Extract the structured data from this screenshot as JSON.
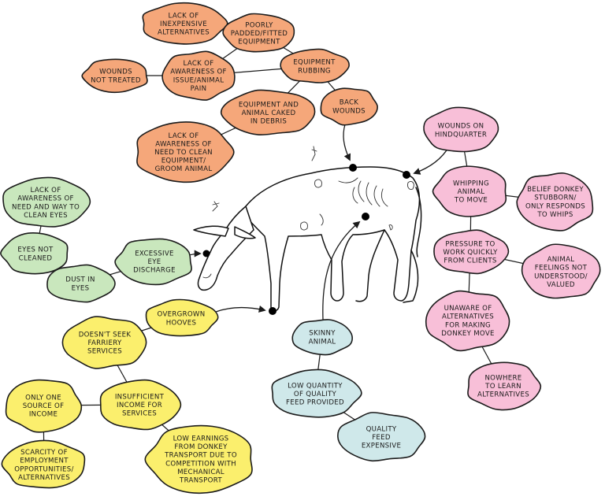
{
  "colors": {
    "orange": "#f5a77a",
    "pink": "#f8bfd8",
    "green": "#c9e7bd",
    "yellow": "#fbef6d",
    "blue": "#cfe8ea",
    "outline": "#1b1b1b"
  },
  "nodes": [
    {
      "id": "lack_inexpensive",
      "group": "orange",
      "lines": [
        "LACK OF",
        "INEXPENSIVE",
        "ALTERNATIVES"
      ]
    },
    {
      "id": "poorly_padded",
      "group": "orange",
      "lines": [
        "POORLY",
        "PADDED/FITTED",
        "EQUIPMENT"
      ]
    },
    {
      "id": "wounds_not_treated",
      "group": "orange",
      "lines": [
        "WOUNDS",
        "NOT TREATED"
      ]
    },
    {
      "id": "lack_awareness_pain",
      "group": "orange",
      "lines": [
        "LACK OF",
        "AWARENESS OF",
        "ISSUE/ANIMAL",
        "PAIN"
      ]
    },
    {
      "id": "equipment_rubbing",
      "group": "orange",
      "lines": [
        "EQUIPMENT",
        "RUBBING"
      ]
    },
    {
      "id": "equipment_caked",
      "group": "orange",
      "lines": [
        "EQUIPMENT AND",
        "ANIMAL CAKED",
        "IN DEBRIS"
      ]
    },
    {
      "id": "back_wounds",
      "group": "orange",
      "lines": [
        "BACK",
        "WOUNDS"
      ]
    },
    {
      "id": "lack_need_clean",
      "group": "orange",
      "lines": [
        "LACK OF",
        "AWARENESS OF",
        "NEED TO CLEAN",
        "EQUIPMENT/",
        "GROOM ANIMAL"
      ]
    },
    {
      "id": "wounds_hindquarter",
      "group": "pink",
      "lines": [
        "WOUNDS ON",
        "HINDQUARTER"
      ]
    },
    {
      "id": "whipping",
      "group": "pink",
      "lines": [
        "WHIPPING",
        "ANIMAL",
        "TO MOVE"
      ]
    },
    {
      "id": "belief_stubborn",
      "group": "pink",
      "lines": [
        "BELIEF DONKEY",
        "STUBBORN/",
        "ONLY RESPONDS",
        "TO WHIPS"
      ]
    },
    {
      "id": "pressure_work",
      "group": "pink",
      "lines": [
        "PRESSURE TO",
        "WORK QUICKLY",
        "FROM CLIENTS"
      ]
    },
    {
      "id": "animal_feelings",
      "group": "pink",
      "lines": [
        "ANIMAL",
        "FEELINGS NOT",
        "UNDERSTOOD/",
        "VALUED"
      ]
    },
    {
      "id": "unaware_alternatives",
      "group": "pink",
      "lines": [
        "UNAWARE OF",
        "ALTERNATIVES",
        "FOR MAKING",
        "DONKEY MOVE"
      ]
    },
    {
      "id": "nowhere_learn",
      "group": "pink",
      "lines": [
        "NOWHERE",
        "TO LEARN",
        "ALTERNATIVES"
      ]
    },
    {
      "id": "lack_clean_eyes",
      "group": "green",
      "lines": [
        "LACK OF",
        "AWARENESS OF",
        "NEED AND WAY TO",
        "CLEAN EYES"
      ]
    },
    {
      "id": "eyes_not_cleaned",
      "group": "green",
      "lines": [
        "EYES NOT",
        "CLEANED"
      ]
    },
    {
      "id": "excessive_eye",
      "group": "green",
      "lines": [
        "EXCESSIVE",
        "EYE",
        "DISCHARGE"
      ]
    },
    {
      "id": "dust_eyes",
      "group": "green",
      "lines": [
        "DUST IN",
        "EYES"
      ]
    },
    {
      "id": "overgrown_hooves",
      "group": "yellow",
      "lines": [
        "OVERGROWN",
        "HOOVES"
      ]
    },
    {
      "id": "farriery",
      "group": "yellow",
      "lines": [
        "DOESN'T SEEK",
        "FARRIERY",
        "SERVICES"
      ]
    },
    {
      "id": "only_one_source",
      "group": "yellow",
      "lines": [
        "ONLY ONE",
        "SOURCE OF",
        "INCOME"
      ]
    },
    {
      "id": "insufficient_income",
      "group": "yellow",
      "lines": [
        "INSUFFICIENT",
        "INCOME FOR",
        "SERVICES"
      ]
    },
    {
      "id": "scarcity",
      "group": "yellow",
      "lines": [
        "SCARCITY OF",
        "EMPLOYMENT",
        "OPPORTUNITIES/",
        "ALTERNATIVES"
      ]
    },
    {
      "id": "low_earnings",
      "group": "yellow",
      "lines": [
        "LOW EARNINGS",
        "FROM DONKEY",
        "TRANSPORT DUE TO",
        "COMPETITION WITH",
        "MECHANICAL",
        "TRANSPORT"
      ]
    },
    {
      "id": "skinny",
      "group": "blue",
      "lines": [
        "SKINNY",
        "ANIMAL"
      ]
    },
    {
      "id": "low_quantity",
      "group": "blue",
      "lines": [
        "LOW QUANTITY",
        "OF QUALITY",
        "FEED PROVIDED"
      ]
    },
    {
      "id": "quality_feed",
      "group": "blue",
      "lines": [
        "QUALITY",
        "FEED",
        "EXPENSIVE"
      ]
    }
  ],
  "links": [
    [
      "lack_inexpensive",
      "poorly_padded"
    ],
    [
      "poorly_padded",
      "lack_awareness_pain"
    ],
    [
      "poorly_padded",
      "equipment_rubbing"
    ],
    [
      "wounds_not_treated",
      "lack_awareness_pain"
    ],
    [
      "lack_awareness_pain",
      "equipment_rubbing"
    ],
    [
      "equipment_rubbing",
      "equipment_caked"
    ],
    [
      "equipment_rubbing",
      "back_wounds"
    ],
    [
      "equipment_caked",
      "lack_need_clean"
    ],
    [
      "wounds_hindquarter",
      "whipping"
    ],
    [
      "whipping",
      "belief_stubborn"
    ],
    [
      "whipping",
      "pressure_work"
    ],
    [
      "pressure_work",
      "animal_feelings"
    ],
    [
      "pressure_work",
      "unaware_alternatives"
    ],
    [
      "unaware_alternatives",
      "nowhere_learn"
    ],
    [
      "lack_clean_eyes",
      "eyes_not_cleaned"
    ],
    [
      "eyes_not_cleaned",
      "dust_eyes"
    ],
    [
      "dust_eyes",
      "excessive_eye"
    ],
    [
      "overgrown_hooves",
      "farriery"
    ],
    [
      "farriery",
      "insufficient_income"
    ],
    [
      "only_one_source",
      "insufficient_income"
    ],
    [
      "only_one_source",
      "scarcity"
    ],
    [
      "insufficient_income",
      "low_earnings"
    ],
    [
      "skinny",
      "low_quantity"
    ],
    [
      "low_quantity",
      "quality_feed"
    ]
  ]
}
